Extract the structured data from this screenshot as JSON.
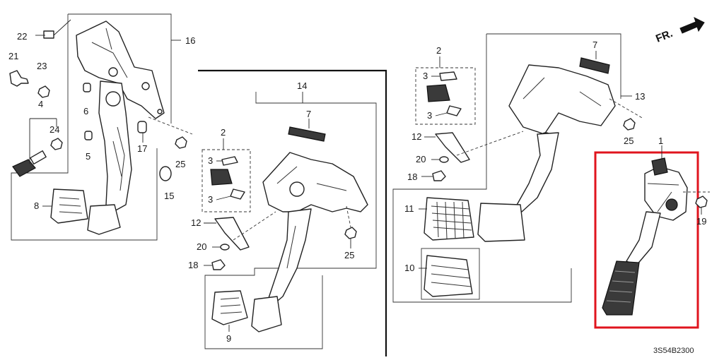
{
  "diagram": {
    "direction_label": "FR.",
    "code": "3S54B2300",
    "callouts": {
      "c22": "22",
      "c21": "21",
      "c23": "23",
      "c6": "6",
      "c4": "4",
      "c24": "24",
      "c5": "5",
      "c17": "17",
      "c25a": "25",
      "c15": "15",
      "c16": "16",
      "c8": "8",
      "c14": "14",
      "c7a": "7",
      "c2a": "2",
      "c3a": "3",
      "c3b": "3",
      "c12a": "12",
      "c20a": "20",
      "c18a": "18",
      "c25b": "25",
      "c9": "9",
      "c2b": "2",
      "c3c": "3",
      "c3d": "3",
      "c7b": "7",
      "c13": "13",
      "c12b": "12",
      "c20b": "20",
      "c18b": "18",
      "c25c": "25",
      "c11": "11",
      "c10": "10",
      "c1": "1",
      "c19": "19"
    }
  },
  "colors": {
    "highlight": "#e0141e",
    "line": "#222222",
    "background": "#ffffff"
  }
}
